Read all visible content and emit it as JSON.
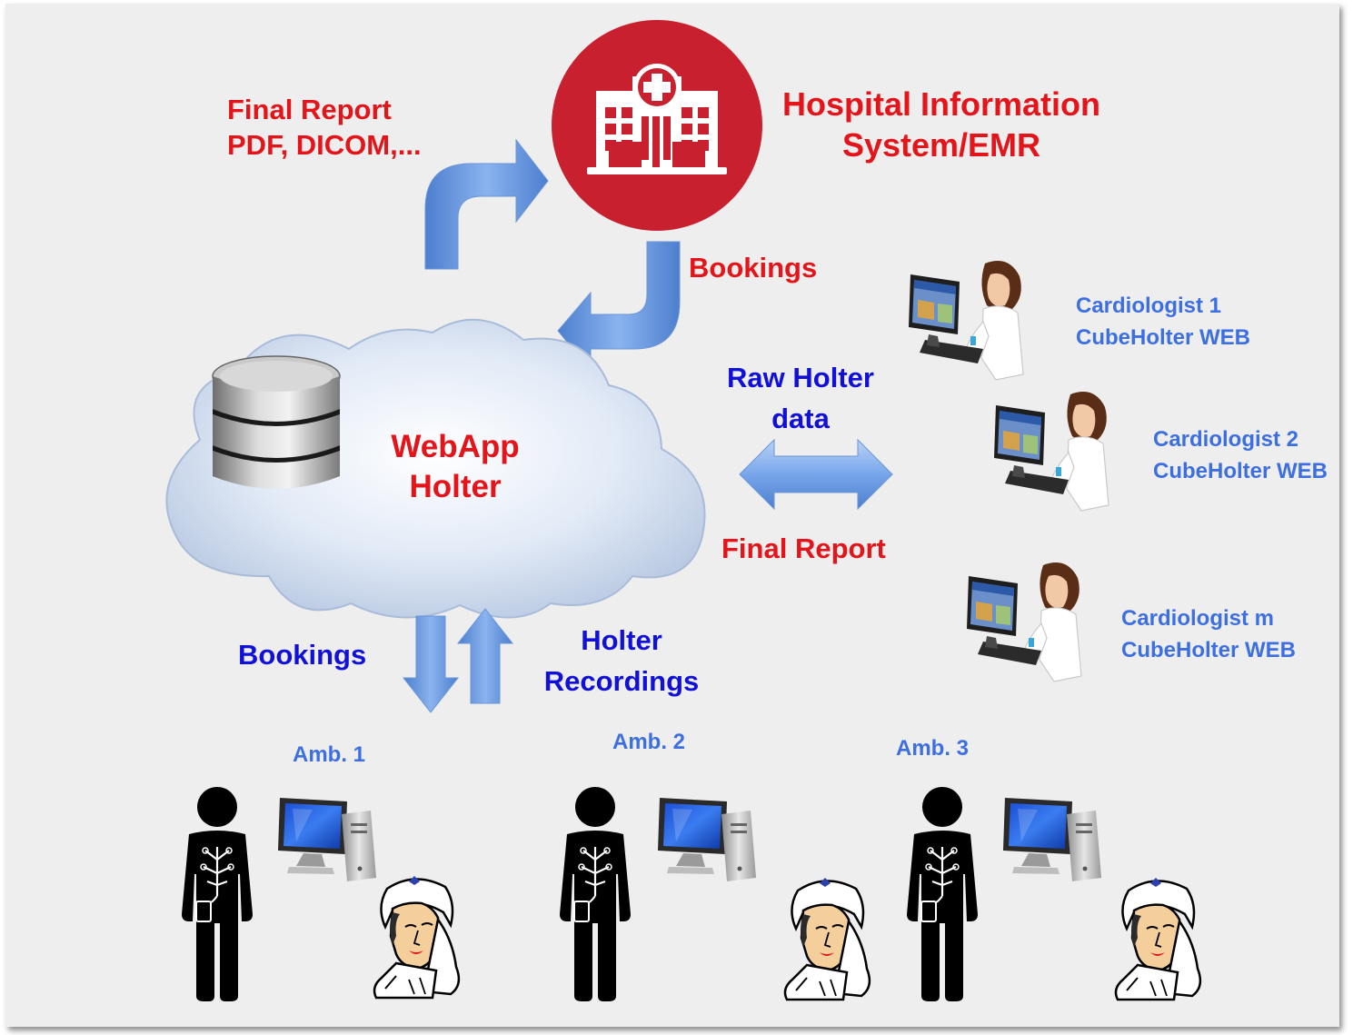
{
  "hospital": {
    "title_line1": "Hospital Information",
    "title_line2": "System/EMR"
  },
  "flows": {
    "final_report_top_line1": "Final Report",
    "final_report_top_line2": "PDF, DICOM,...",
    "bookings_top": "Bookings",
    "raw_line1": "Raw Holter",
    "raw_line2": "data",
    "final_report_right": "Final Report",
    "bookings_bottom": "Bookings",
    "recordings_line1": "Holter",
    "recordings_line2": "Recordings"
  },
  "cloud": {
    "line1": "WebApp",
    "line2": "Holter"
  },
  "cardiologists": [
    {
      "name": "Cardiologist 1",
      "app": "CubeHolter WEB"
    },
    {
      "name": "Cardiologist 2",
      "app": "CubeHolter WEB"
    },
    {
      "name": "Cardiologist m",
      "app": "CubeHolter WEB"
    }
  ],
  "ambulatories": [
    {
      "label": "Amb. 1"
    },
    {
      "label": "Amb. 2"
    },
    {
      "label": "Amb. 3"
    }
  ],
  "colors": {
    "label_red": "#e4151a",
    "label_blue": "#1010d8",
    "label_light_blue": "#3d6fe0",
    "hospital_circle": "#c8202f",
    "arrow_blue": "#6f9fe6"
  }
}
